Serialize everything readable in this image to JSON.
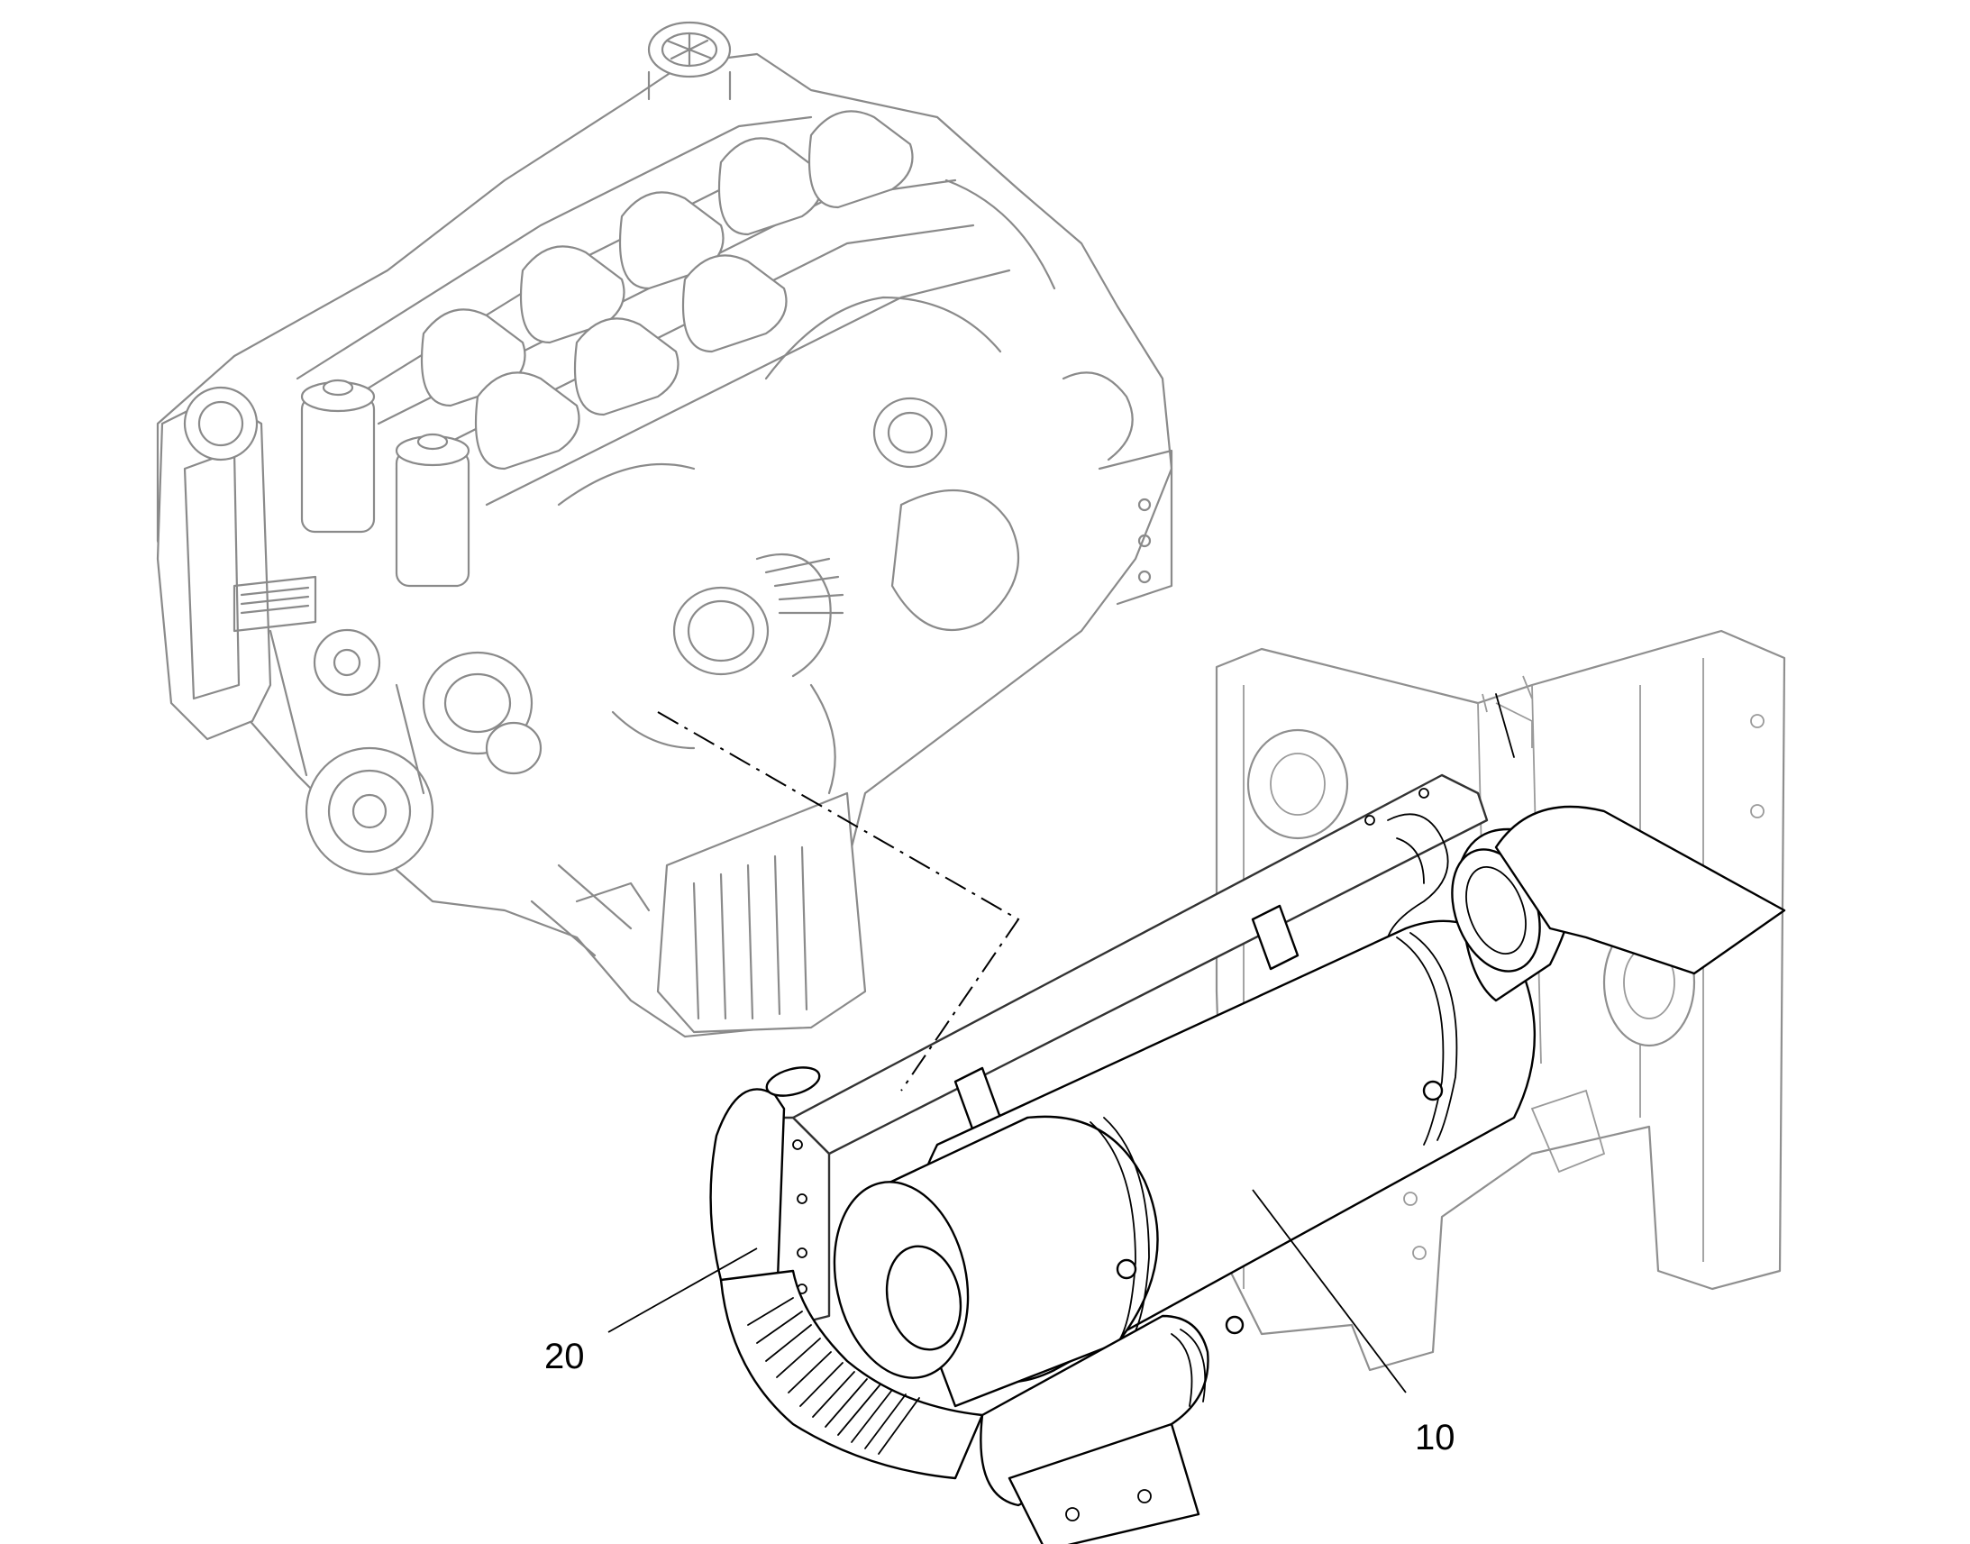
{
  "callouts": [
    {
      "id": "part-20",
      "label": "20"
    },
    {
      "id": "part-10",
      "label": "10"
    }
  ]
}
